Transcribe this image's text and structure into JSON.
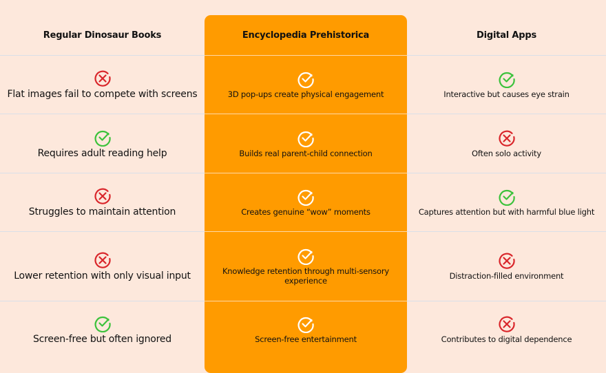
{
  "headers": [
    "Regular Dinosaur Books",
    "Encyclopedia Prehistorica",
    "Digital Apps"
  ],
  "colors": {
    "highlight": "#ff9b00",
    "background": "#fde8dc",
    "check_green": "#3cc23c",
    "cross_red": "#d9262b",
    "check_white": "#ffffff"
  },
  "rows": [
    {
      "cells": [
        {
          "icon": "cross",
          "text": "Flat images fail to compete with screens"
        },
        {
          "icon": "check",
          "text": "3D pop-ups create physical engagement"
        },
        {
          "icon": "check",
          "text": "Interactive but causes eye strain"
        }
      ]
    },
    {
      "cells": [
        {
          "icon": "check",
          "text": "Requires adult reading help"
        },
        {
          "icon": "check",
          "text": "Builds real parent-child connection"
        },
        {
          "icon": "cross",
          "text": "Often solo activity"
        }
      ]
    },
    {
      "cells": [
        {
          "icon": "cross",
          "text": "Struggles to maintain attention"
        },
        {
          "icon": "check",
          "text": "Creates genuine “wow” moments"
        },
        {
          "icon": "check",
          "text": "Captures attention but with harmful blue light"
        }
      ]
    },
    {
      "cells": [
        {
          "icon": "cross",
          "text": "Lower retention with only visual input"
        },
        {
          "icon": "check",
          "text": "Knowledge retention through multi-sensory experience"
        },
        {
          "icon": "cross",
          "text": "Distraction-filled environment"
        }
      ]
    },
    {
      "cells": [
        {
          "icon": "check",
          "text": "Screen-free but often ignored"
        },
        {
          "icon": "check",
          "text": "Screen-free entertainment"
        },
        {
          "icon": "cross",
          "text": "Contributes to digital dependence"
        }
      ]
    }
  ]
}
